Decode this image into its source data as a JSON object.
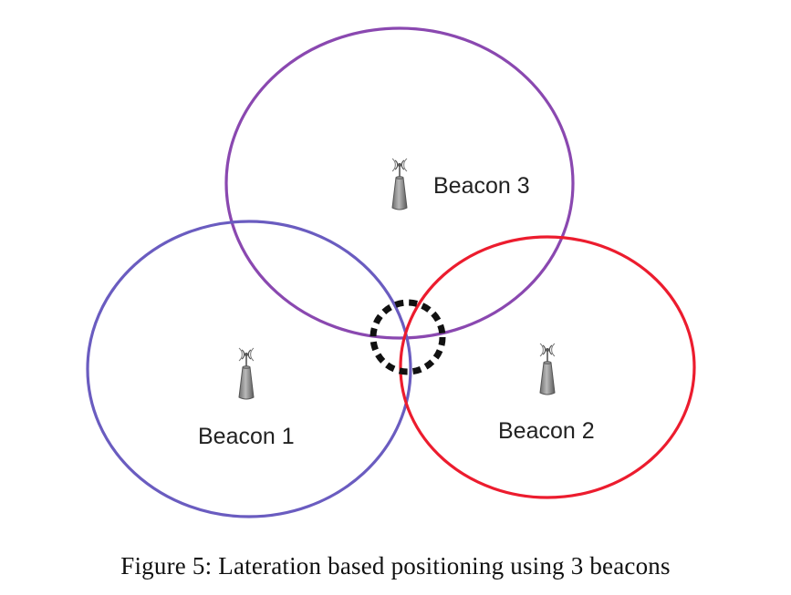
{
  "beacons": [
    {
      "label": "Beacon 1",
      "color": "#6a5cc0"
    },
    {
      "label": "Beacon 2",
      "color": "#ec1c2e"
    },
    {
      "label": "Beacon 3",
      "color": "#8a48b0"
    }
  ],
  "intersection": {
    "color": "#111111",
    "style": "dashed"
  },
  "tower_icon": "radio-tower-icon",
  "caption": "Figure 5: Lateration based positioning using 3 beacons"
}
